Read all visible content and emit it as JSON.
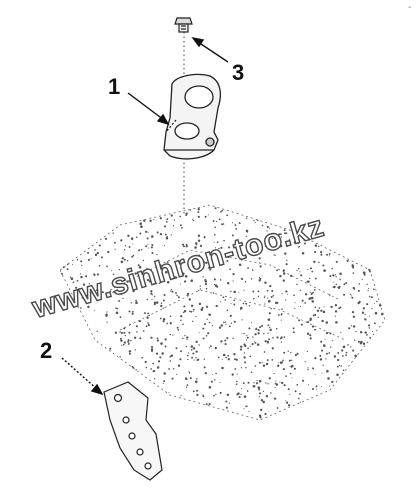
{
  "callouts": [
    {
      "id": "1",
      "label": "1"
    },
    {
      "id": "2",
      "label": "2"
    },
    {
      "id": "3",
      "label": "3"
    }
  ],
  "watermark": "www.sinhron-too.kz",
  "corner_mark": "-",
  "colors": {
    "ink": "#111111",
    "stipple": "#555555",
    "watermark_outline": "#4a4a4a"
  }
}
